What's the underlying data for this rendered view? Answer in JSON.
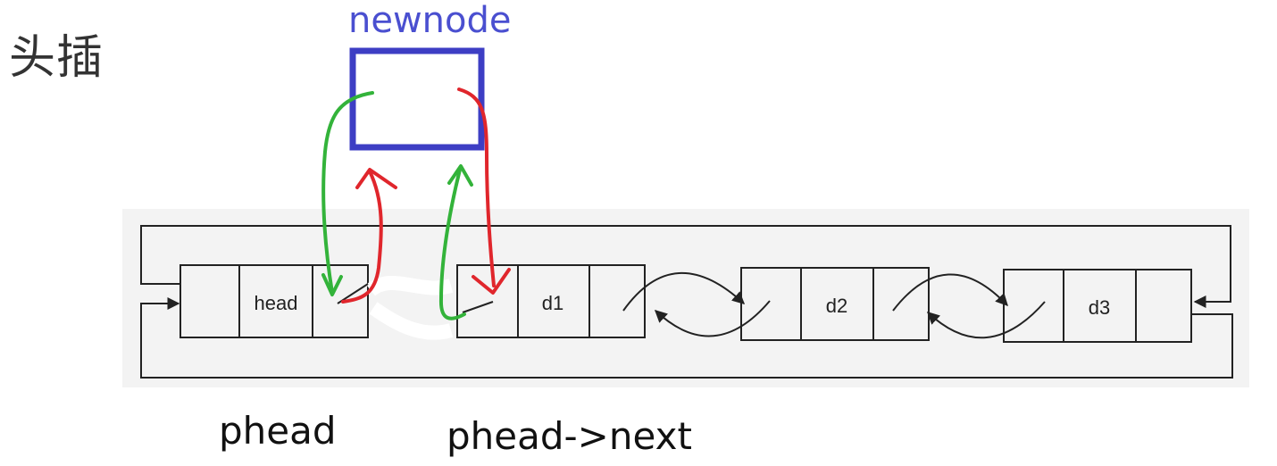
{
  "title": "头插",
  "newnode_label": "newnode",
  "nodes": [
    {
      "name": "node-head",
      "label": "head"
    },
    {
      "name": "node-d1",
      "label": "d1"
    },
    {
      "name": "node-d2",
      "label": "d2"
    },
    {
      "name": "node-d3",
      "label": "d3"
    }
  ],
  "bottom_labels": {
    "phead": "phead",
    "phead_next": "phead->next"
  },
  "colors": {
    "newnode_box": "#3d3ec4",
    "insert_green": "#33b33a",
    "insert_red": "#e0262c",
    "node_border": "#222222",
    "panel_bg": "#f3f3f3"
  }
}
